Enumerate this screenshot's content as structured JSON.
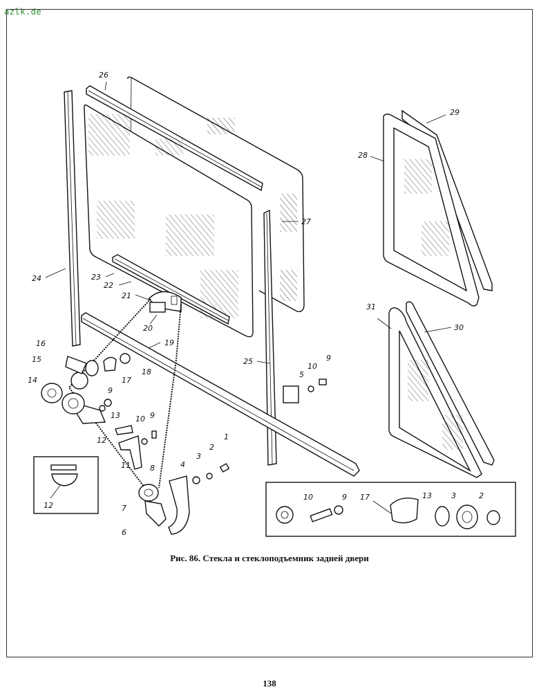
{
  "watermark": "azlk.de",
  "caption": "Рис. 86. Стекла и стеклоподъемник задней двери",
  "page_number": "138",
  "callouts": {
    "c1": "1",
    "c2": "2",
    "c3": "3",
    "c4": "4",
    "c5": "5",
    "c6": "6",
    "c7": "7",
    "c8": "8",
    "c9a": "9",
    "c9b": "9",
    "c9c": "9",
    "c10a": "10",
    "c10b": "10",
    "c11": "11",
    "c12": "12",
    "c13": "13",
    "c14": "14",
    "c15": "15",
    "c16": "16",
    "c17": "17",
    "c18": "18",
    "c19": "19",
    "c20": "20",
    "c21": "21",
    "c22": "22",
    "c23": "23",
    "c24": "24",
    "c25": "25",
    "c26": "26",
    "c27": "27",
    "c28": "28",
    "c29": "29",
    "c30": "30",
    "c31": "31"
  },
  "inset_left": {
    "c12": "12"
  },
  "inset_parts": {
    "c10": "10",
    "c9": "9",
    "c17": "17",
    "c13": "13",
    "c3": "3",
    "c2": "2"
  },
  "colors": {
    "watermark": "#2e8b2e",
    "ink": "#111111"
  }
}
